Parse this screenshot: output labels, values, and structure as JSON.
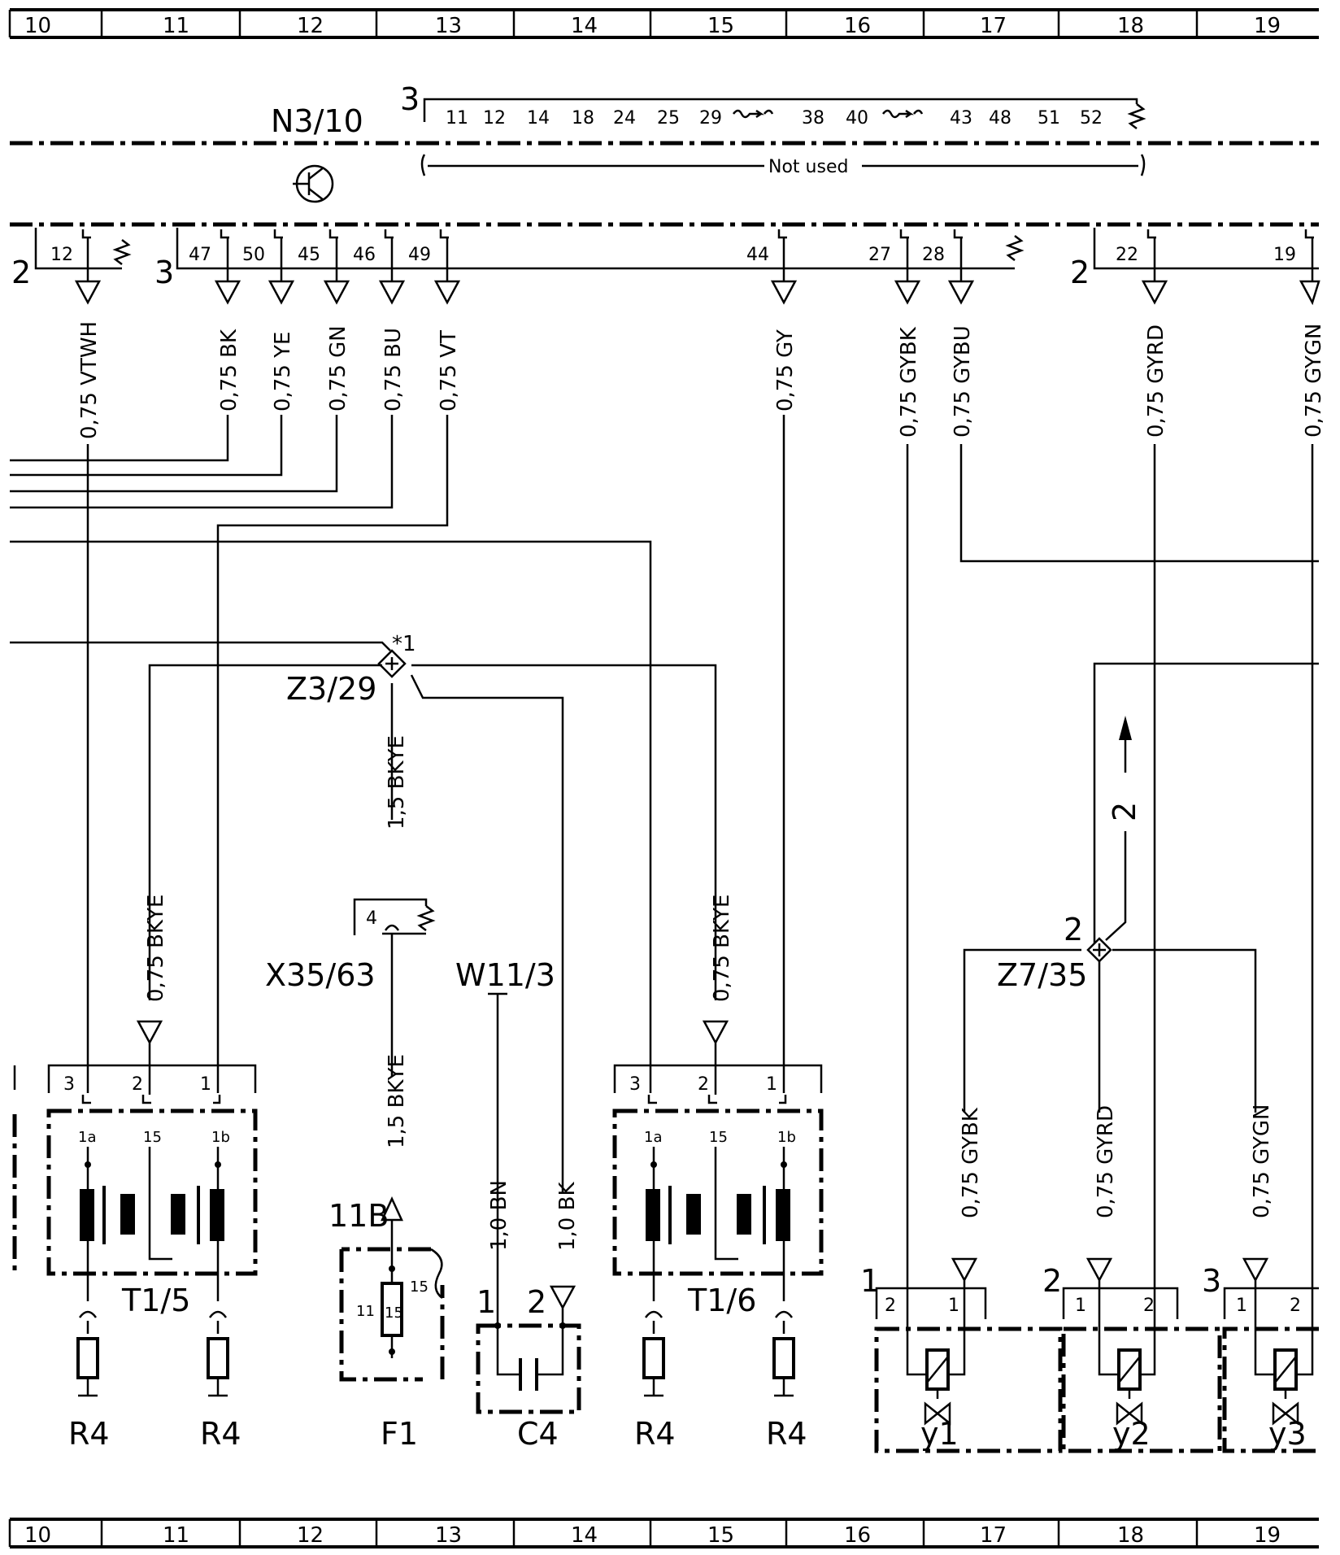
{
  "grid": {
    "columns": [
      "10",
      "11",
      "12",
      "13",
      "14",
      "15",
      "16",
      "17",
      "18",
      "19"
    ]
  },
  "header": {
    "module_name": "N3/10",
    "module_connector": "3",
    "not_used_pins": [
      "11",
      "12",
      "14",
      "18",
      "24",
      "25",
      "29",
      "38",
      "40",
      "43",
      "48",
      "51",
      "52"
    ],
    "not_used_label": "Not used"
  },
  "connectors": {
    "conn2a_label": "2",
    "conn3_label": "3",
    "conn2b_label": "2"
  },
  "wires": [
    {
      "pin": "12",
      "spec": "0,75 VTWH"
    },
    {
      "pin": "47",
      "spec": "0,75 BK"
    },
    {
      "pin": "50",
      "spec": "0,75 YE"
    },
    {
      "pin": "45",
      "spec": "0,75 GN"
    },
    {
      "pin": "46",
      "spec": "0,75 BU"
    },
    {
      "pin": "49",
      "spec": "0,75 VT"
    },
    {
      "pin": "44",
      "spec": "0,75 GY"
    },
    {
      "pin": "27",
      "spec": "0,75 GYBK"
    },
    {
      "pin": "28",
      "spec": "0,75 GYBU"
    },
    {
      "pin": "22",
      "spec": "0,75 GYRD"
    },
    {
      "pin": "19",
      "spec": "0,75 GYGN"
    }
  ],
  "splices": {
    "z3_label": "Z3/29",
    "z3_mark": "*1",
    "z7_label": "Z7/35",
    "z7_mark": "2",
    "z7_arrow_ref": "2"
  },
  "middle": {
    "z3_down_wire": "1,5 BKYE",
    "x35_label": "X35/63",
    "x35_pin": "4",
    "x35_down_wire": "1,5 BKYE",
    "w11_label": "W11/3",
    "bkye_left": "0,75 BKYE",
    "bkye_right": "0,75 BKYE",
    "f1_terminal": "11B",
    "c4_wire_a": "1,0 BN",
    "c4_wire_b": "1,0 BK",
    "z7_wire_a": "0,75 GYBK",
    "z7_wire_b": "0,75 GYRD",
    "z7_wire_c": "0,75 GYGN"
  },
  "components": {
    "t15": {
      "label": "T1/5",
      "pins": [
        "3",
        "2",
        "1"
      ],
      "terms": [
        "1a",
        "15",
        "1b"
      ]
    },
    "t16": {
      "label": "T1/6",
      "pins": [
        "3",
        "2",
        "1"
      ],
      "terms": [
        "1a",
        "15",
        "1b"
      ]
    },
    "f1": {
      "label": "F1",
      "pins": [
        "11",
        "15",
        "15"
      ]
    },
    "c4": {
      "label": "C4",
      "pins": [
        "1",
        "2"
      ]
    },
    "y1": {
      "label": "y1",
      "conn": "1",
      "pins": [
        "2",
        "1"
      ]
    },
    "y2": {
      "label": "y2",
      "conn": "2",
      "pins": [
        "1",
        "2"
      ]
    },
    "y3": {
      "label": "y3",
      "conn": "3",
      "pins": [
        "1",
        "2"
      ]
    },
    "r4_labels": [
      "R4",
      "R4",
      "R4",
      "R4"
    ]
  }
}
